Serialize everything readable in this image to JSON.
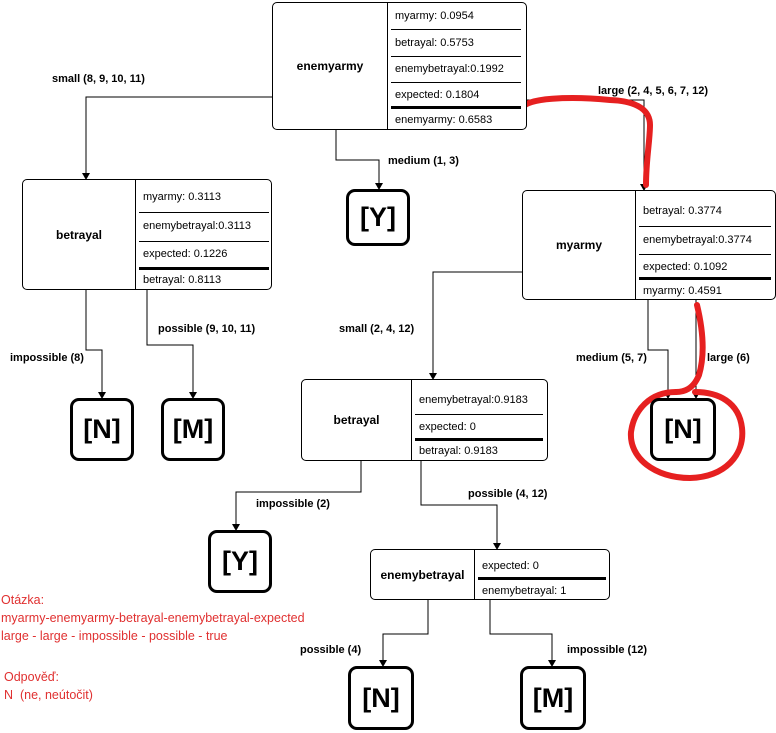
{
  "root": {
    "name": "enemyarmy",
    "rows": [
      "myarmy:  0.0954",
      "betrayal:  0.5753",
      "enemybetrayal:0.1992",
      "expected:  0.1804",
      "enemyarmy:  0.6583"
    ]
  },
  "betrayal_left": {
    "name": "betrayal",
    "rows": [
      "myarmy:  0.3113",
      "enemybetrayal:0.3113",
      "expected:  0.1226",
      "betrayal:  0.8113"
    ]
  },
  "myarmy_node": {
    "name": "myarmy",
    "rows": [
      "betrayal:  0.3774",
      "enemybetrayal:0.3774",
      "expected:  0.1092",
      "myarmy:  0.4591"
    ]
  },
  "betrayal_mid": {
    "name": "betrayal",
    "rows": [
      "enemybetrayal:0.9183",
      "expected:  0",
      "betrayal:  0.9183"
    ]
  },
  "enemybetrayal_node": {
    "name": "enemybetrayal",
    "rows": [
      "expected:  0",
      "enemybetrayal:  1"
    ]
  },
  "edges": {
    "small_root": "small (8, 9, 10, 11)",
    "medium_root": "medium (1, 3)",
    "large_root": "large (2, 4, 5, 6, 7, 12)",
    "impossible_8": "impossible (8)",
    "possible_9_10_11": "possible (9, 10, 11)",
    "small_2_4_12": "small (2, 4, 12)",
    "medium_5_7": "medium (5, 7)",
    "large_6": "large (6)",
    "impossible_2": "impossible (2)",
    "possible_4_12": "possible (4, 12)",
    "possible_4": "possible (4)",
    "impossible_12": "impossible (12)"
  },
  "leaves": {
    "y_medium": "[Y]",
    "n_impossible8": "[N]",
    "m_possible91011": "[M]",
    "n_large6": "[N]",
    "y_impossible2": "[Y]",
    "n_possible4": "[N]",
    "m_impossible12": "[M]"
  },
  "notes": {
    "question_label": "Otázka:",
    "question_path": "myarmy-enemyarmy-betrayal-enemybetrayal-expected",
    "question_values": "large - large - impossible - possible - true",
    "answer_label": "Odpověď:",
    "answer_value": "N  (ne, neútočit)"
  },
  "colors": {
    "annotation": "#e62020",
    "text": "#000000"
  }
}
